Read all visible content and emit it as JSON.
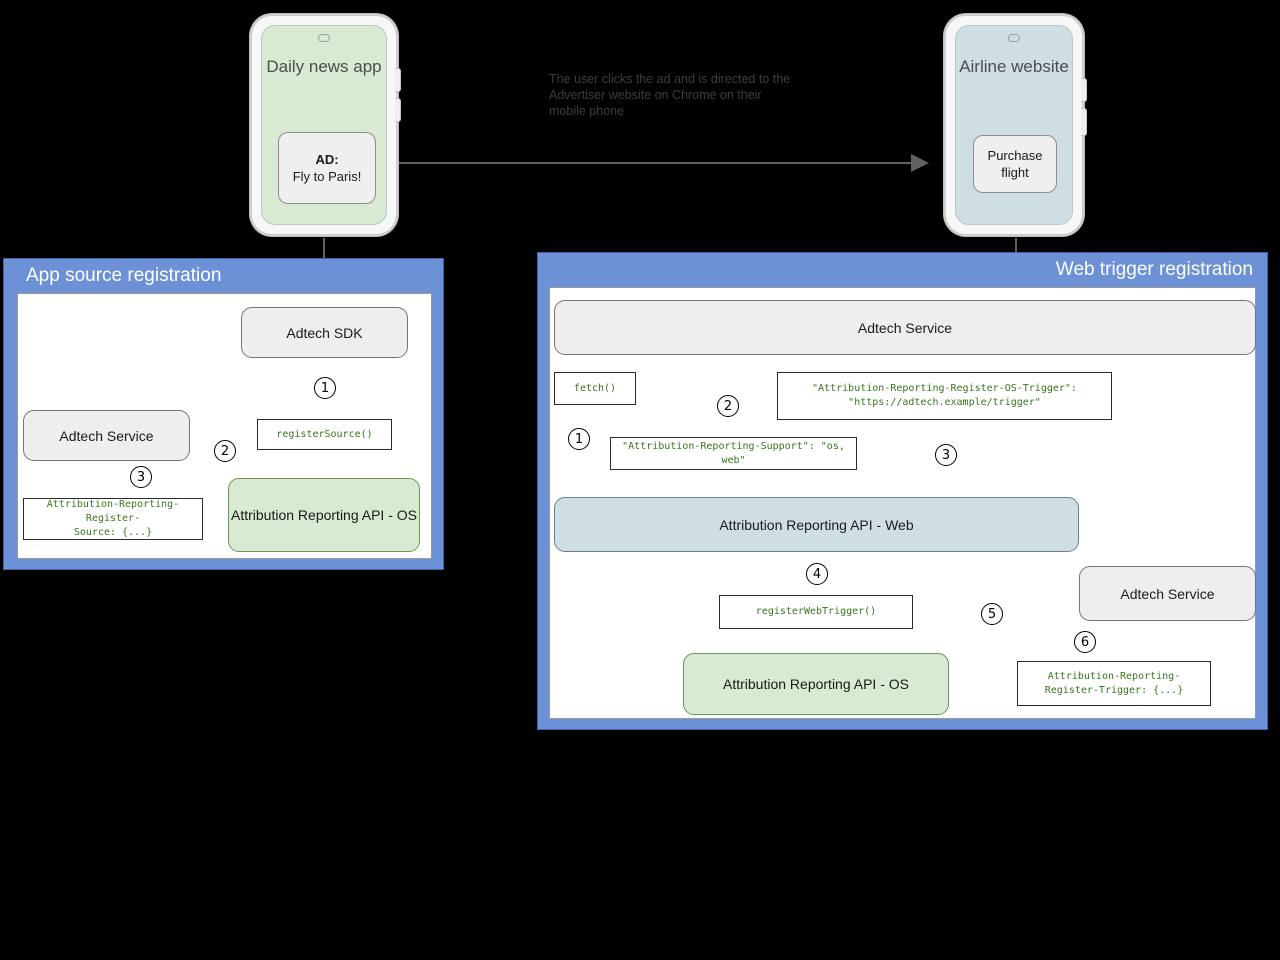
{
  "diagram": {
    "flow_caption": "The user clicks the ad and is directed to the Advertiser website on Chrome on their mobile phone"
  },
  "phones": {
    "left": {
      "title": "Daily news app",
      "ad_label": "AD:",
      "ad_text": "Fly to Paris!",
      "screen_color": "#d9ead3"
    },
    "right": {
      "title": "Airline website",
      "cta_line1": "Purchase",
      "cta_line2": "flight",
      "screen_color": "#cfdee3"
    }
  },
  "panels": {
    "app_source": {
      "title": "App source registration",
      "accent": "#6c91d6",
      "nodes": {
        "adtech_sdk": "Adtech SDK",
        "adtech_service": "Adtech Service",
        "ara_os": "Attribution Reporting API - OS"
      },
      "codeboxes": {
        "register_source": "registerSource()",
        "header_register_source": "Attribution-Reporting-Register-\nSource: {...}"
      },
      "steps": [
        "1",
        "2",
        "3"
      ]
    },
    "web_trigger": {
      "title": "Web trigger registration",
      "accent": "#6c91d6",
      "nodes": {
        "adtech_service_top": "Adtech Service",
        "ara_web": "Attribution Reporting API - Web",
        "ara_os": "Attribution Reporting API - OS",
        "adtech_service_bottom": "Adtech Service"
      },
      "codeboxes": {
        "fetch": "fetch()",
        "support_header": "\"Attribution-Reporting-Support\": \"os, web\"",
        "register_os_trigger": "\"Attribution-Reporting-Register-OS-Trigger\":\n\"https://adtech.example/trigger\"",
        "register_web_trigger": "registerWebTrigger()",
        "header_register_trigger": "Attribution-Reporting-\nRegister-Trigger: {...}"
      },
      "steps": [
        "1",
        "2",
        "3",
        "4",
        "5",
        "6"
      ]
    }
  }
}
